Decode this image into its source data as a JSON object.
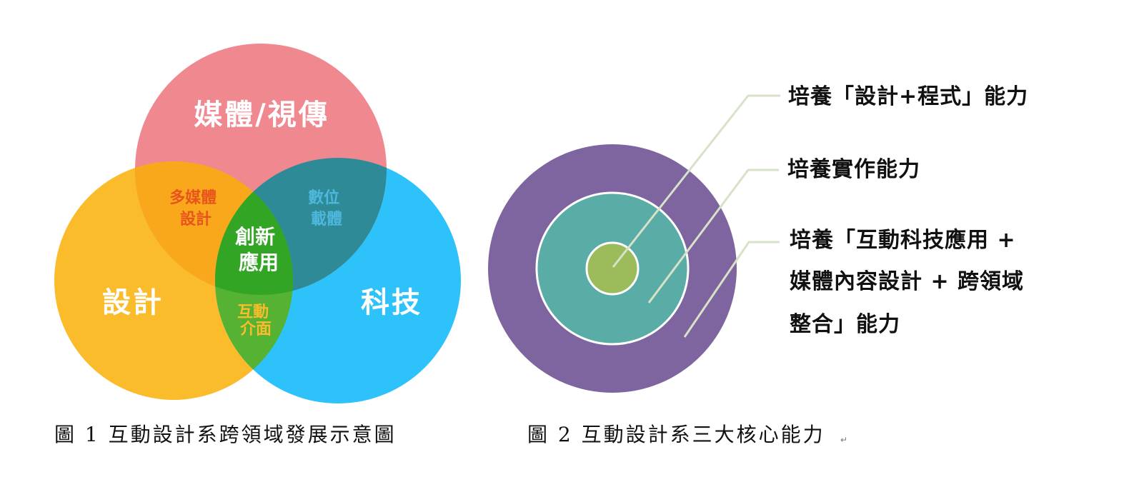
{
  "figure1": {
    "caption": "圖 1 互動設計系跨領域發展示意圖",
    "circles": {
      "media": {
        "label": "媒體/視傳",
        "color": "#f08890"
      },
      "design": {
        "label": "設計",
        "color": "#fbbc2c"
      },
      "tech": {
        "label": "科技",
        "color": "#2ec2fb"
      }
    },
    "overlaps": {
      "design_media": {
        "lines": [
          "多媒體",
          "設計"
        ],
        "color": "#f9a81c",
        "text_color": "#e8541c"
      },
      "media_tech": {
        "lines": [
          "數位",
          "載體"
        ],
        "color": "#2e8a96",
        "text_color": "#4eb7dc"
      },
      "design_tech": {
        "lines": [
          "互動",
          "介面"
        ],
        "color": "#55b233",
        "text_color": "#fbbc2c"
      },
      "center": {
        "lines": [
          "創新",
          "應用"
        ],
        "color": "#33a524",
        "text_color": "#ffffff"
      }
    }
  },
  "figure2": {
    "caption": "圖 2 互動設計系三大核心能力",
    "rings": {
      "outer": {
        "color": "#7e65a0"
      },
      "middle": {
        "color": "#5aaca6"
      },
      "inner": {
        "color": "#9cbb5a"
      }
    },
    "leader_color": "#d7e2c8",
    "abilities": [
      {
        "lines": [
          "培養「設計+程式」能力"
        ]
      },
      {
        "lines": [
          "培養實作能力"
        ]
      },
      {
        "lines": [
          "培養「互動科技應用 +",
          "媒體內容設計 + 跨領域",
          "整合」能力"
        ]
      }
    ]
  }
}
